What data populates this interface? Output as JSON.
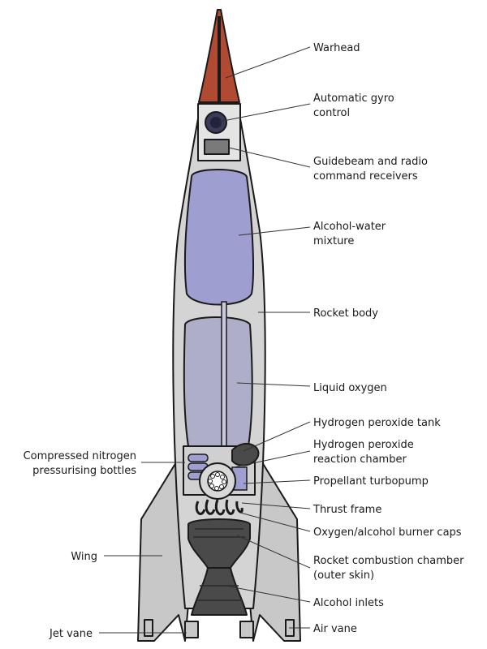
{
  "labels": {
    "warhead": "Warhead",
    "gyro": [
      "Automatic gyro",
      "control"
    ],
    "receivers": [
      "Guidebeam and radio",
      "command receivers"
    ],
    "alcohol": [
      "Alcohol-water",
      "mixture"
    ],
    "body": "Rocket body",
    "lox": "Liquid oxygen",
    "h2o2_tank": "Hydrogen peroxide tank",
    "h2o2_chamber": [
      "Hydrogen peroxide",
      "reaction chamber"
    ],
    "nitrogen": [
      "Compressed nitrogen",
      "pressurising bottles"
    ],
    "turbopump": "Propellant turbopump",
    "thrust_frame": "Thrust frame",
    "burner_caps": "Oxygen/alcohol burner caps",
    "wing": "Wing",
    "combustion": [
      "Rocket combustion chamber",
      "(outer skin)"
    ],
    "inlets": "Alcohol inlets",
    "jet_vane": "Jet vane",
    "air_vane": "Air vane"
  },
  "colors": {
    "warhead": "#b04a32",
    "body": "#d4d4d4",
    "fuel_tank": "#9e9ed0",
    "lox_tank": "#aeaec8",
    "wing": "#c8c8c8",
    "engine": "#4a4a4a",
    "outline": "#1a1a1a"
  }
}
